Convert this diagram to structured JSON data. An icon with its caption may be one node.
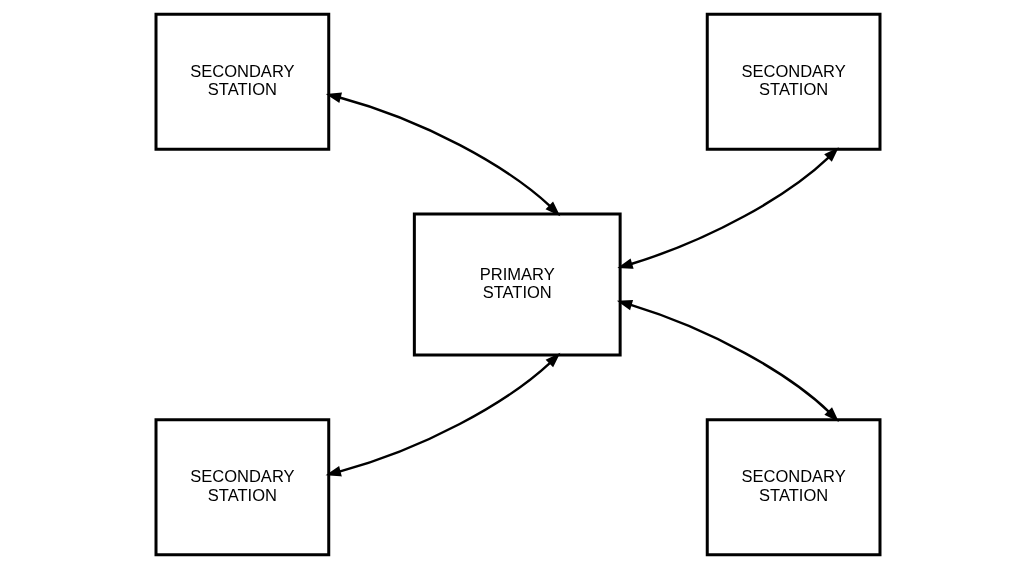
{
  "diagram": {
    "nodes": [
      {
        "text": [
          "SECONDARY STATION"
        ]
      },
      {
        "text": [
          "SECONDARY STATION"
        ]
      },
      {
        "text": [
          "PRIMARY STATION"
        ]
      },
      {
        "text": [
          "SECONDARY STATION"
        ]
      },
      {
        "text": [
          "SECONDARY STATION"
        ]
      }
    ],
    "edges": [
      {
        "from": 0,
        "to": 2,
        "arrow": "both"
      },
      {
        "from": 1,
        "to": 2,
        "arrow": "both"
      },
      {
        "from": 3,
        "to": 2,
        "arrow": "both"
      },
      {
        "from": 4,
        "to": 2,
        "arrow": "both"
      }
    ]
  }
}
